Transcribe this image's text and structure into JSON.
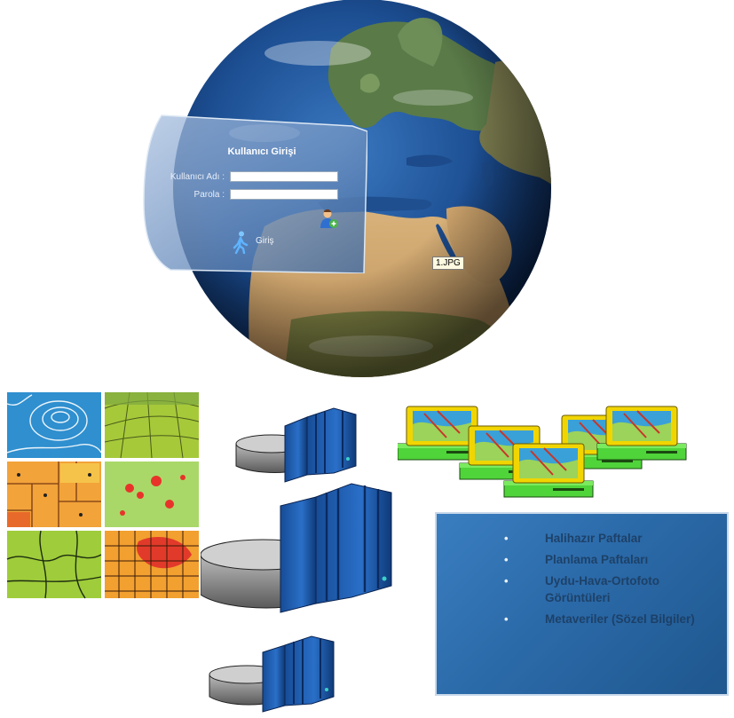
{
  "login": {
    "title": "Kullanıcı Girişi",
    "username_label": "Kullanıcı Adı :",
    "password_label": "Parola :",
    "username_value": "",
    "password_value": "",
    "submit_label": "Giriş"
  },
  "tooltip": {
    "text": "1.JPG"
  },
  "info": {
    "items": [
      "Halihazır Paftalar",
      "Planlama Paftaları",
      "Uydu-Hava-Ortofoto Görüntüleri",
      "Metaveriler (Sözel Bilgiler)"
    ]
  },
  "colors": {
    "globe_ocean": "#1e4f8f",
    "panel": "#5d86b8",
    "info_box": "#2b6aa9",
    "server_blue": "#1f5fb0",
    "monitor_yellow": "#f1d500",
    "base_green": "#4fd43a"
  },
  "icons": {
    "user_add": "user-add-icon",
    "walk": "walking-person-icon"
  }
}
